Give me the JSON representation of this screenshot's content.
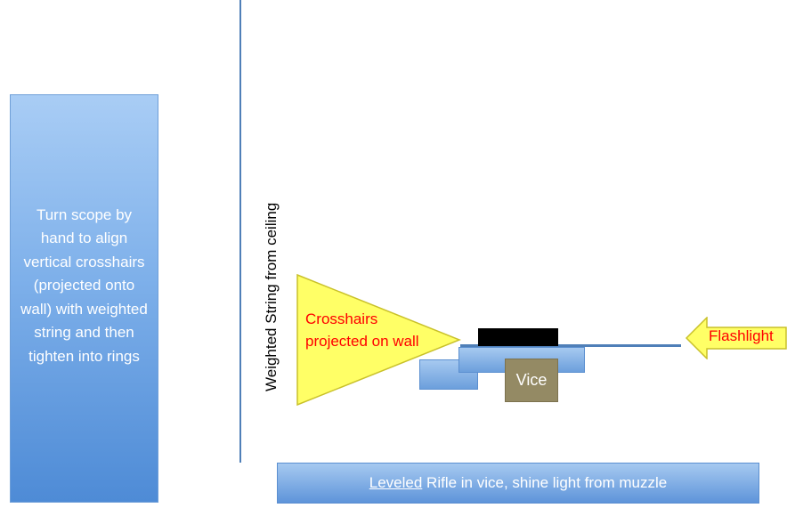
{
  "instruction": {
    "text": "Turn scope by hand to align vertical crosshairs (projected onto wall) with weighted string and then tighten into rings"
  },
  "string": {
    "label": "Weighted String from ceiling"
  },
  "crosshairs": {
    "label": "Crosshairs projected on wall",
    "color": "#ff0000",
    "fill": "#ffff66"
  },
  "vice": {
    "label": "Vice",
    "color": "#948a64"
  },
  "flashlight": {
    "label": "Flashlight",
    "fill": "#ffff66"
  },
  "caption": {
    "underlined": "Leveled",
    "rest": " Rifle in vice, shine light from muzzle"
  },
  "colors": {
    "blue_shape": "#6c9fdc",
    "string_line": "#4f7fb8",
    "scope": "#000000"
  }
}
